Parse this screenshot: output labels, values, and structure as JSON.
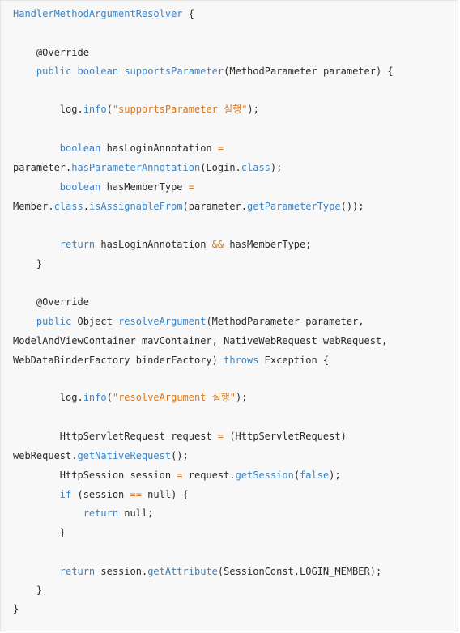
{
  "code": {
    "lines": [
      {
        "tokens": [
          {
            "t": "HandlerMethodArgumentResolver",
            "c": "fn"
          },
          {
            "t": " {",
            "c": "pl"
          }
        ]
      },
      {
        "tokens": []
      },
      {
        "tokens": [
          {
            "t": "    @Override",
            "c": "ann"
          }
        ]
      },
      {
        "tokens": [
          {
            "t": "    ",
            "c": "pl"
          },
          {
            "t": "public",
            "c": "kw"
          },
          {
            "t": " ",
            "c": "pl"
          },
          {
            "t": "boolean",
            "c": "kw"
          },
          {
            "t": " ",
            "c": "pl"
          },
          {
            "t": "supportsParameter",
            "c": "fn"
          },
          {
            "t": "(MethodParameter parameter) {",
            "c": "pl"
          }
        ]
      },
      {
        "tokens": []
      },
      {
        "tokens": [
          {
            "t": "        log.",
            "c": "pl"
          },
          {
            "t": "info",
            "c": "fn"
          },
          {
            "t": "(",
            "c": "pl"
          },
          {
            "t": "\"supportsParameter 실행\"",
            "c": "str"
          },
          {
            "t": ");",
            "c": "pl"
          }
        ]
      },
      {
        "tokens": []
      },
      {
        "tokens": [
          {
            "t": "        ",
            "c": "pl"
          },
          {
            "t": "boolean",
            "c": "kw"
          },
          {
            "t": " hasLoginAnnotation ",
            "c": "pl"
          },
          {
            "t": "=",
            "c": "op"
          }
        ]
      },
      {
        "tokens": [
          {
            "t": "parameter.",
            "c": "pl"
          },
          {
            "t": "hasParameterAnnotation",
            "c": "fn"
          },
          {
            "t": "(Login.",
            "c": "pl"
          },
          {
            "t": "class",
            "c": "kw"
          },
          {
            "t": ");",
            "c": "pl"
          }
        ]
      },
      {
        "tokens": [
          {
            "t": "        ",
            "c": "pl"
          },
          {
            "t": "boolean",
            "c": "kw"
          },
          {
            "t": " hasMemberType ",
            "c": "pl"
          },
          {
            "t": "=",
            "c": "op"
          }
        ]
      },
      {
        "tokens": [
          {
            "t": "Member.",
            "c": "pl"
          },
          {
            "t": "class",
            "c": "kw"
          },
          {
            "t": ".",
            "c": "pl"
          },
          {
            "t": "isAssignableFrom",
            "c": "fn"
          },
          {
            "t": "(parameter.",
            "c": "pl"
          },
          {
            "t": "getParameterType",
            "c": "fn"
          },
          {
            "t": "());",
            "c": "pl"
          }
        ]
      },
      {
        "tokens": []
      },
      {
        "tokens": [
          {
            "t": "        ",
            "c": "pl"
          },
          {
            "t": "return",
            "c": "kw"
          },
          {
            "t": " hasLoginAnnotation ",
            "c": "pl"
          },
          {
            "t": "&&",
            "c": "op"
          },
          {
            "t": " hasMemberType;",
            "c": "pl"
          }
        ]
      },
      {
        "tokens": [
          {
            "t": "    }",
            "c": "pl"
          }
        ]
      },
      {
        "tokens": []
      },
      {
        "tokens": [
          {
            "t": "    @Override",
            "c": "ann"
          }
        ]
      },
      {
        "tokens": [
          {
            "t": "    ",
            "c": "pl"
          },
          {
            "t": "public",
            "c": "kw"
          },
          {
            "t": " Object ",
            "c": "pl"
          },
          {
            "t": "resolveArgument",
            "c": "fn"
          },
          {
            "t": "(MethodParameter parameter,",
            "c": "pl"
          }
        ]
      },
      {
        "tokens": [
          {
            "t": "ModelAndViewContainer mavContainer, NativeWebRequest webRequest,",
            "c": "pl"
          }
        ]
      },
      {
        "tokens": [
          {
            "t": "WebDataBinderFactory binderFactory) ",
            "c": "pl"
          },
          {
            "t": "throws",
            "c": "kw"
          },
          {
            "t": " Exception {",
            "c": "pl"
          }
        ]
      },
      {
        "tokens": []
      },
      {
        "tokens": [
          {
            "t": "        log.",
            "c": "pl"
          },
          {
            "t": "info",
            "c": "fn"
          },
          {
            "t": "(",
            "c": "pl"
          },
          {
            "t": "\"resolveArgument 실행\"",
            "c": "str"
          },
          {
            "t": ");",
            "c": "pl"
          }
        ]
      },
      {
        "tokens": []
      },
      {
        "tokens": [
          {
            "t": "        HttpServletRequest request ",
            "c": "pl"
          },
          {
            "t": "=",
            "c": "op"
          },
          {
            "t": " (HttpServletRequest)",
            "c": "pl"
          }
        ]
      },
      {
        "tokens": [
          {
            "t": "webRequest.",
            "c": "pl"
          },
          {
            "t": "getNativeRequest",
            "c": "fn"
          },
          {
            "t": "();",
            "c": "pl"
          }
        ]
      },
      {
        "tokens": [
          {
            "t": "        HttpSession session ",
            "c": "pl"
          },
          {
            "t": "=",
            "c": "op"
          },
          {
            "t": " request.",
            "c": "pl"
          },
          {
            "t": "getSession",
            "c": "fn"
          },
          {
            "t": "(",
            "c": "pl"
          },
          {
            "t": "false",
            "c": "kw"
          },
          {
            "t": ");",
            "c": "pl"
          }
        ]
      },
      {
        "tokens": [
          {
            "t": "        ",
            "c": "pl"
          },
          {
            "t": "if",
            "c": "kw"
          },
          {
            "t": " (session ",
            "c": "pl"
          },
          {
            "t": "==",
            "c": "op"
          },
          {
            "t": " null) {",
            "c": "pl"
          }
        ]
      },
      {
        "tokens": [
          {
            "t": "            ",
            "c": "pl"
          },
          {
            "t": "return",
            "c": "kw"
          },
          {
            "t": " null;",
            "c": "pl"
          }
        ]
      },
      {
        "tokens": [
          {
            "t": "        }",
            "c": "pl"
          }
        ]
      },
      {
        "tokens": []
      },
      {
        "tokens": [
          {
            "t": "        ",
            "c": "pl"
          },
          {
            "t": "return",
            "c": "kw"
          },
          {
            "t": " session.",
            "c": "pl"
          },
          {
            "t": "getAttribute",
            "c": "fn"
          },
          {
            "t": "(SessionConst.LOGIN_MEMBER);",
            "c": "pl"
          }
        ]
      },
      {
        "tokens": [
          {
            "t": "    }",
            "c": "pl"
          }
        ]
      },
      {
        "tokens": [
          {
            "t": "}",
            "c": "pl"
          }
        ]
      }
    ]
  }
}
